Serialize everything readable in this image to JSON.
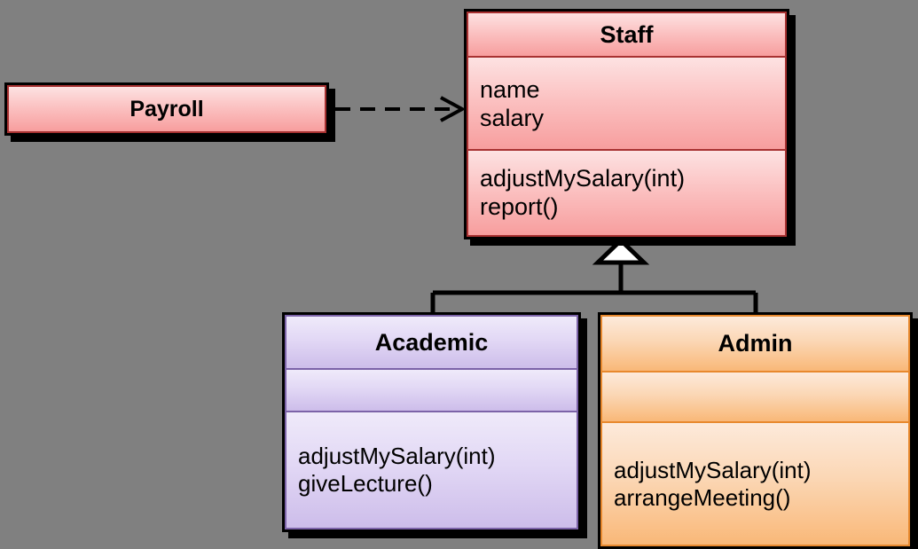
{
  "diagram": {
    "type": "uml-class-diagram",
    "background_color": "#808080",
    "classes": [
      {
        "id": "payroll",
        "name": "Payroll",
        "fill_color": "#fbc0c0",
        "border_color": "#a83232",
        "attributes": [],
        "operations": []
      },
      {
        "id": "staff",
        "name": "Staff",
        "fill_color": "#fbc0c0",
        "border_color": "#a83232",
        "attributes": [
          "name",
          "salary"
        ],
        "operations": [
          "adjustMySalary(int)",
          "report()"
        ]
      },
      {
        "id": "academic",
        "name": "Academic",
        "fill_color": "#e2d8f5",
        "border_color": "#7c63a8",
        "attributes": [],
        "operations": [
          "adjustMySalary(int)",
          "giveLecture()"
        ]
      },
      {
        "id": "admin",
        "name": "Admin",
        "fill_color": "#fbd7b5",
        "border_color": "#e8892e",
        "attributes": [],
        "operations": [
          "adjustMySalary(int)",
          "arrangeMeeting()"
        ]
      }
    ],
    "relationships": [
      {
        "id": "payroll-staff-dependency",
        "kind": "dependency",
        "line_style": "dashed",
        "arrowhead": "open",
        "source": "Payroll",
        "target": "Staff"
      },
      {
        "id": "academic-staff-generalization",
        "kind": "generalization",
        "line_style": "solid",
        "arrowhead": "hollow-triangle",
        "source": "Academic",
        "target": "Staff"
      },
      {
        "id": "admin-staff-generalization",
        "kind": "generalization",
        "line_style": "solid",
        "arrowhead": "hollow-triangle",
        "source": "Admin",
        "target": "Staff"
      }
    ]
  }
}
